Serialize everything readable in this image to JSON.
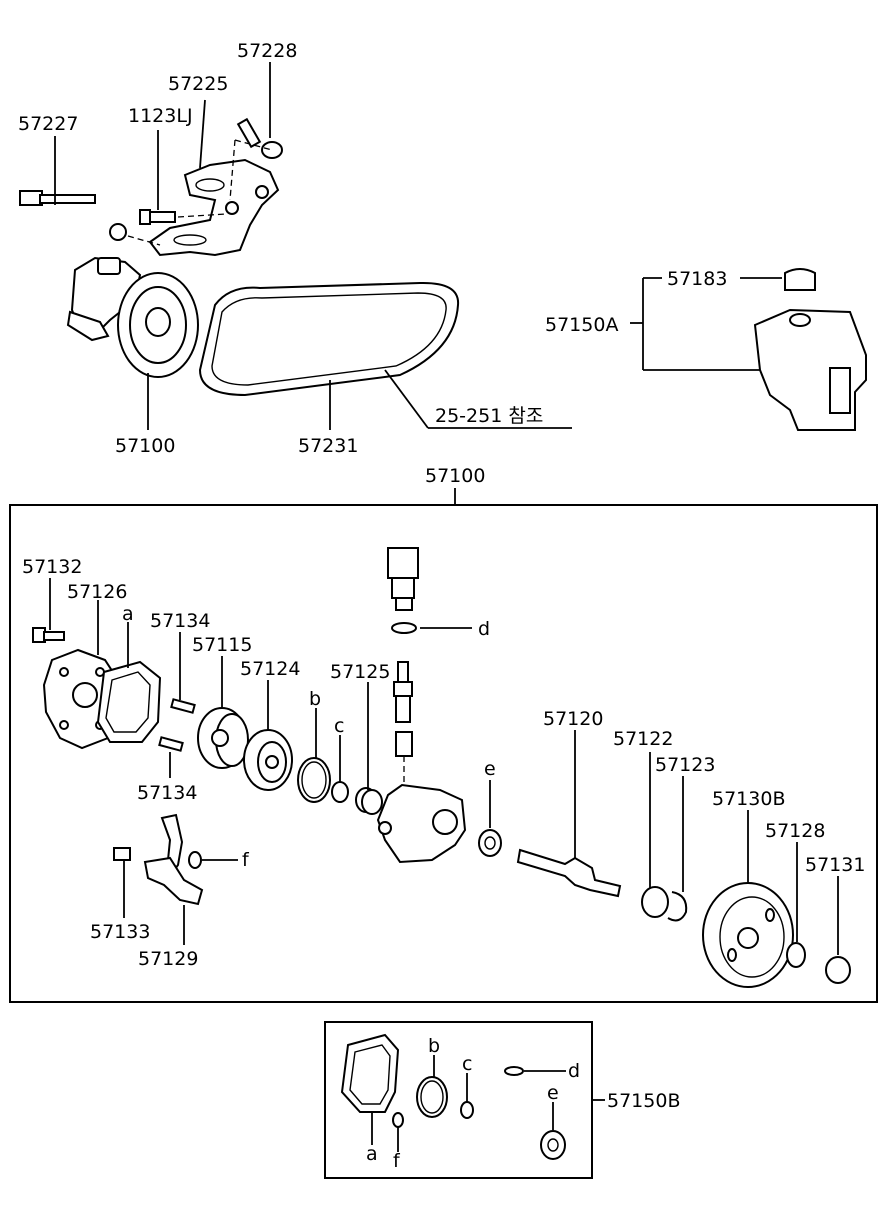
{
  "labels": {
    "p57228": "57228",
    "p57225": "57225",
    "p1123LJ": "1123LJ",
    "p57227": "57227",
    "p57100_top": "57100",
    "p57231": "57231",
    "ref_25_251": "25-251 참조",
    "p57183": "57183",
    "p57150A": "57150A",
    "p57100_box": "57100",
    "p57132": "57132",
    "p57126": "57126",
    "a_top": "a",
    "p57134_top": "57134",
    "p57115": "57115",
    "p57124": "57124",
    "b_top": "b",
    "c_top": "c",
    "p57125": "57125",
    "d_top": "d",
    "e_top": "e",
    "p57120": "57120",
    "p57122": "57122",
    "p57123": "57123",
    "p57130B": "57130B",
    "p57128": "57128",
    "p57131": "57131",
    "p57134_bottom": "57134",
    "f_top": "f",
    "p57133": "57133",
    "p57129": "57129",
    "b_kit": "b",
    "c_kit": "c",
    "d_kit": "d",
    "e_kit": "e",
    "a_kit": "a",
    "f_kit": "f",
    "p57150B": "57150B"
  }
}
